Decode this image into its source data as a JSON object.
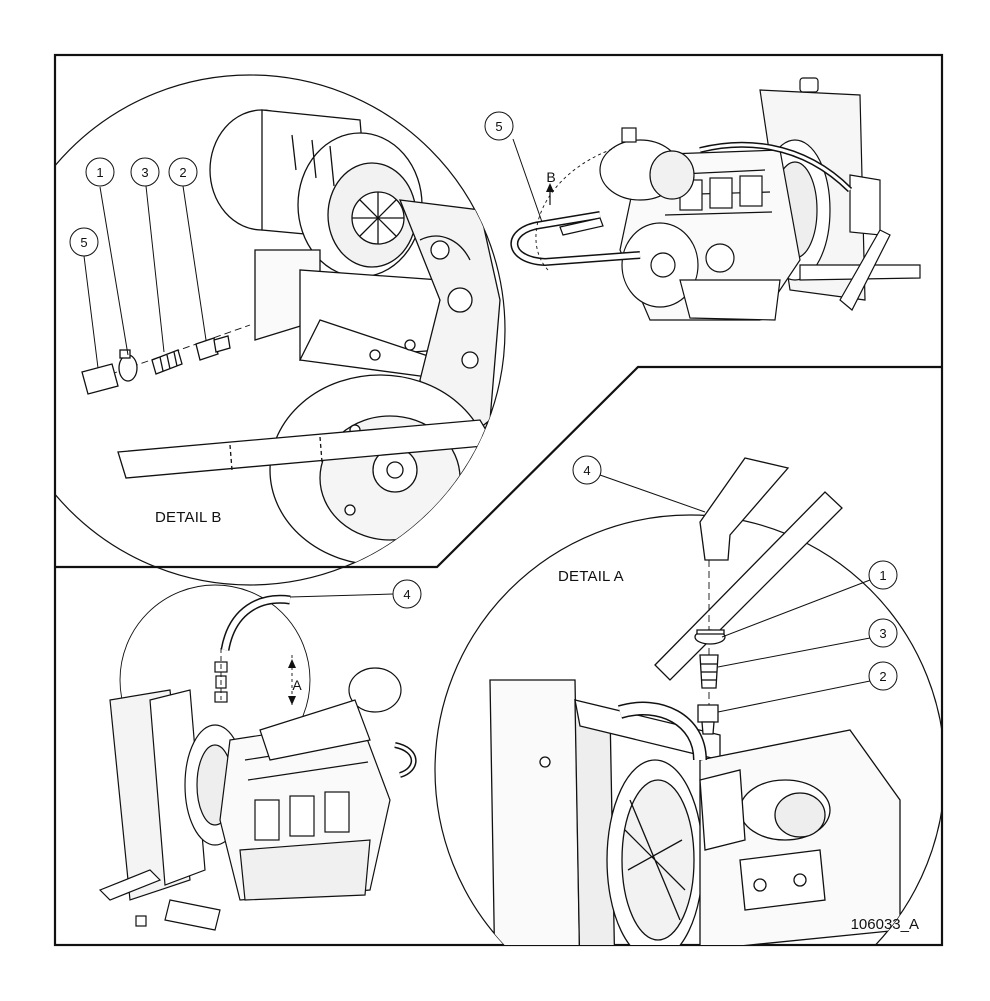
{
  "document_id": "106033_A",
  "details": {
    "b": {
      "label": "DETAIL B",
      "view_marker": "B"
    },
    "a": {
      "label": "DETAIL A",
      "view_marker": "A"
    }
  },
  "callouts": {
    "detail_b": [
      "1",
      "3",
      "2",
      "5"
    ],
    "overview_b": [
      "5"
    ],
    "detail_a": [
      "4",
      "1",
      "3",
      "2"
    ],
    "overview_a": [
      "4"
    ]
  },
  "colors": {
    "line": "#111111",
    "paper": "#ffffff",
    "shade": "#e6e6e6"
  }
}
